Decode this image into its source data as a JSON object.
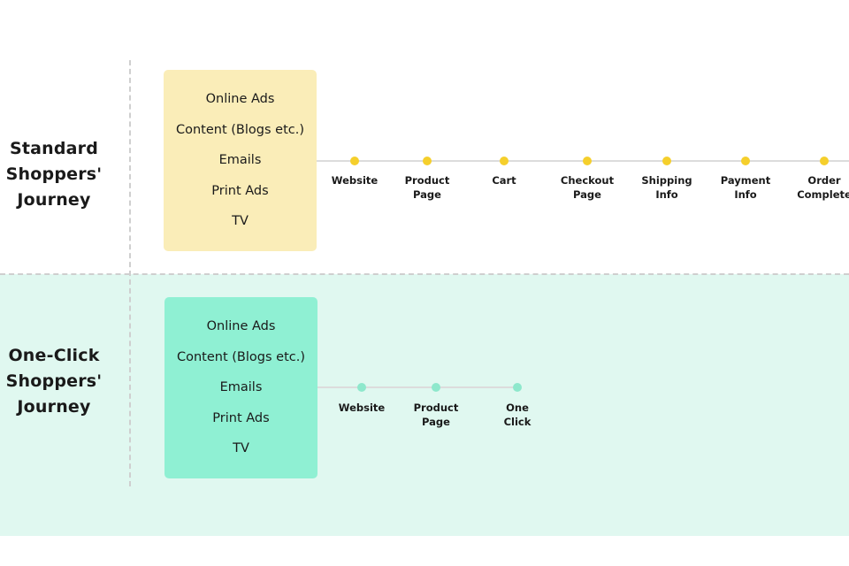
{
  "colors": {
    "standard_box": "#faedb8",
    "standard_dot": "#f5cf2c",
    "oneclick_background": "#e0f8f0",
    "oneclick_box": "#8ff0d3",
    "oneclick_dot": "#8ee8cc",
    "line": "#dcdcdc"
  },
  "lanes": [
    {
      "title_lines": [
        "Standard",
        "Shoppers'",
        "Journey"
      ],
      "channels": [
        "Online Ads",
        "Content (Blogs etc.)",
        "Emails",
        "Print Ads",
        "TV"
      ],
      "steps": [
        {
          "lines": [
            "Website"
          ]
        },
        {
          "lines": [
            "Product",
            "Page"
          ]
        },
        {
          "lines": [
            "Cart"
          ]
        },
        {
          "lines": [
            "Checkout",
            "Page"
          ]
        },
        {
          "lines": [
            "Shipping",
            "Info"
          ]
        },
        {
          "lines": [
            "Payment",
            "Info"
          ]
        },
        {
          "lines": [
            "Order",
            "Complete"
          ]
        }
      ]
    },
    {
      "title_lines": [
        "One-Click",
        "Shoppers'",
        "Journey"
      ],
      "channels": [
        "Online Ads",
        "Content (Blogs etc.)",
        "Emails",
        "Print Ads",
        "TV"
      ],
      "steps": [
        {
          "lines": [
            "Website"
          ]
        },
        {
          "lines": [
            "Product",
            "Page"
          ]
        },
        {
          "lines": [
            "One",
            "Click"
          ]
        }
      ]
    }
  ]
}
